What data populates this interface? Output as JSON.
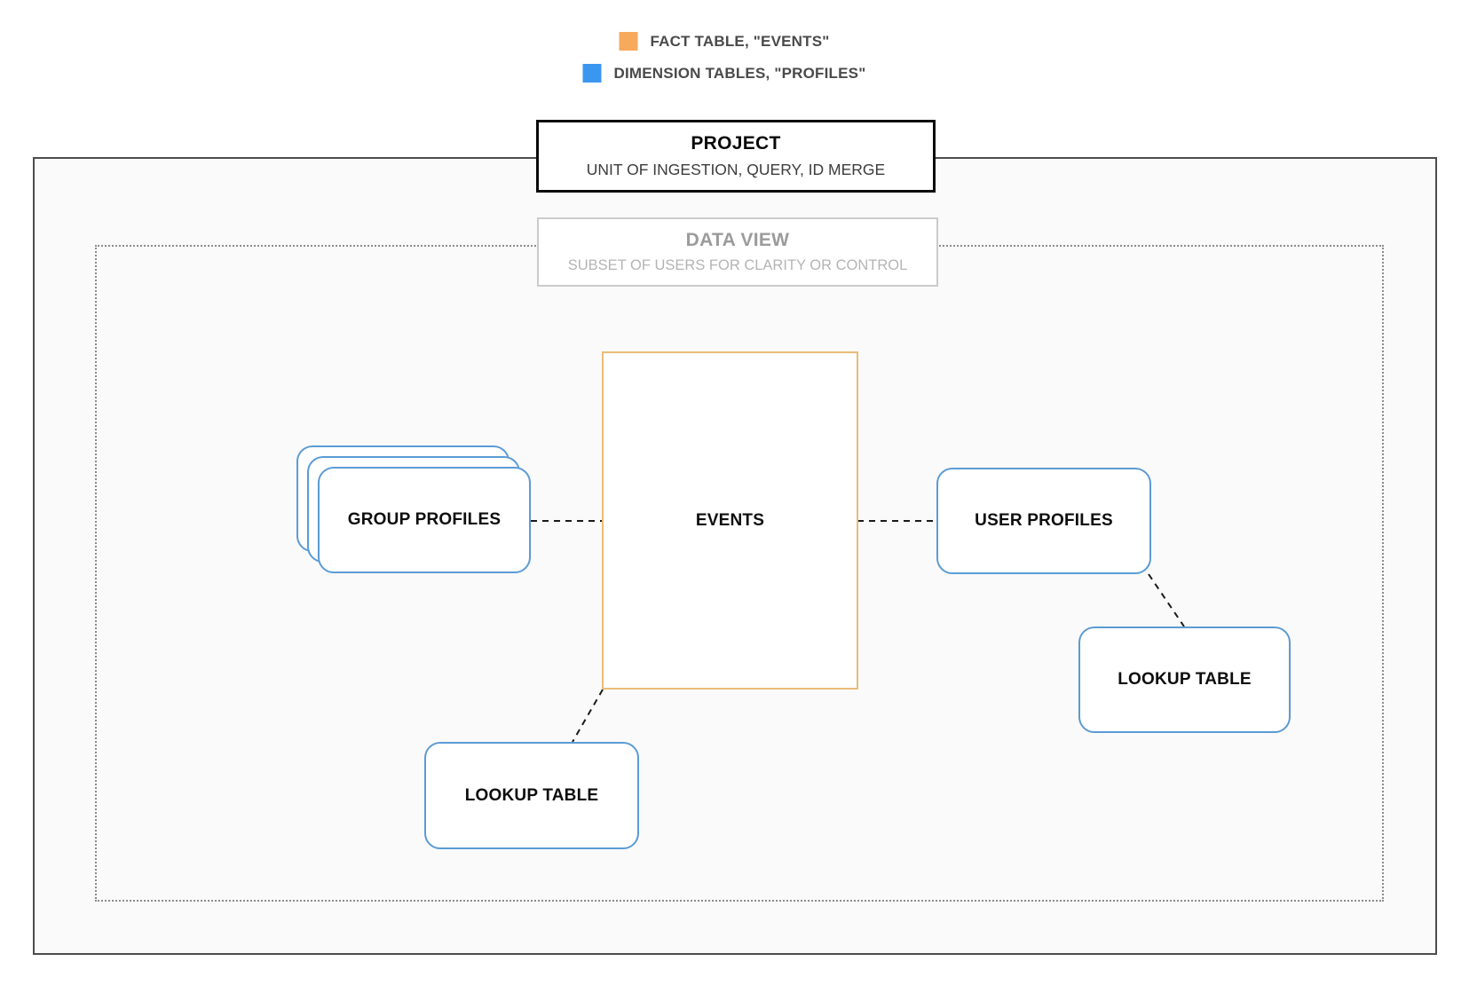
{
  "colors": {
    "fact_swatch": "#F7A95C",
    "dimension_swatch": "#3B96F0",
    "fact_border": "#EBBB78",
    "dimension_border": "#5B9BD5",
    "connector": "#1a1a1a"
  },
  "legend": {
    "items": [
      {
        "id": "fact",
        "label": "FACT TABLE, \"EVENTS\""
      },
      {
        "id": "dimension",
        "label": "DIMENSION TABLES, \"PROFILES\""
      }
    ]
  },
  "project": {
    "title": "PROJECT",
    "subtitle": "UNIT OF INGESTION, QUERY, ID MERGE"
  },
  "data_view": {
    "title": "DATA VIEW",
    "subtitle": "SUBSET OF USERS FOR CLARITY OR CONTROL"
  },
  "nodes": {
    "events": {
      "label": "EVENTS",
      "type": "fact"
    },
    "group_profiles": {
      "label": "GROUP PROFILES",
      "type": "dimension",
      "stacked": true
    },
    "user_profiles": {
      "label": "USER PROFILES",
      "type": "dimension"
    },
    "lookup_table_bottom": {
      "label": "LOOKUP TABLE",
      "type": "dimension"
    },
    "lookup_table_right": {
      "label": "LOOKUP TABLE",
      "type": "dimension"
    }
  },
  "connections": [
    {
      "from": "group_profiles",
      "to": "events",
      "style": "dashed"
    },
    {
      "from": "events",
      "to": "user_profiles",
      "style": "dashed"
    },
    {
      "from": "events",
      "to": "lookup_table_bottom",
      "style": "dashed"
    },
    {
      "from": "user_profiles",
      "to": "lookup_table_right",
      "style": "dashed"
    }
  ]
}
